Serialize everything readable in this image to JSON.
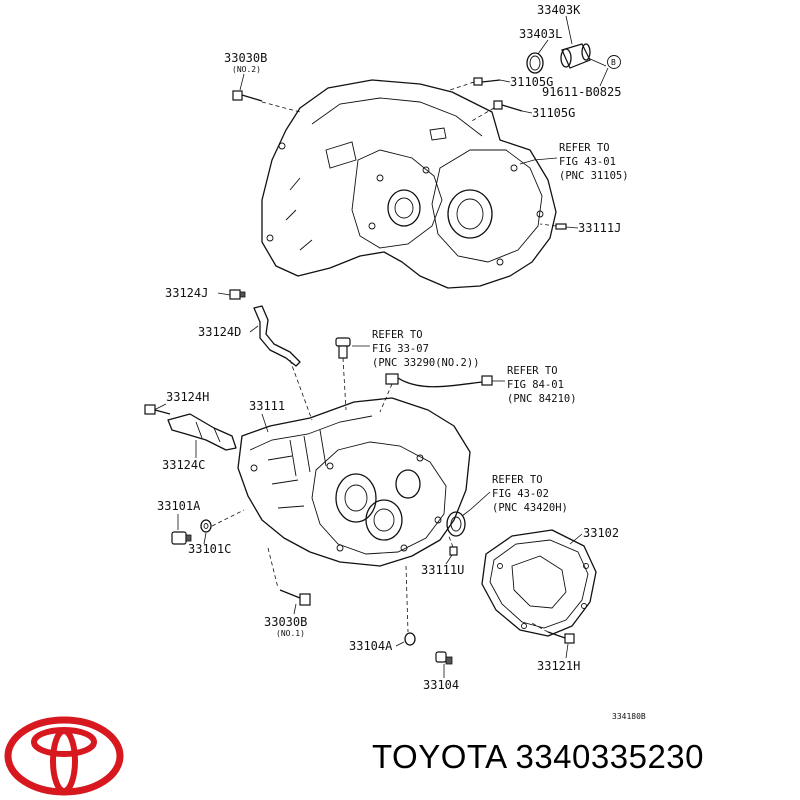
{
  "labels": {
    "p33403K": "33403K",
    "p33403L": "33403L",
    "circleB": "B",
    "p91611": "91611-B0825",
    "p33030B_top": "33030B",
    "no2": "(NO.2)",
    "p31105G_1": "31105G",
    "p31105G_2": "31105G",
    "ref1_l1": "REFER TO",
    "ref1_l2": "FIG 43-01",
    "ref1_l3": "(PNC 31105)",
    "p33111J": "33111J",
    "p33124J": "33124J",
    "p33124D": "33124D",
    "ref2_l1": "REFER TO",
    "ref2_l2": "FIG 33-07",
    "ref2_l3": "(PNC 33290(NO.2))",
    "ref3_l1": "REFER TO",
    "ref3_l2": "FIG 84-01",
    "ref3_l3": "(PNC 84210)",
    "p33124H": "33124H",
    "p33111": "33111",
    "p33124C": "33124C",
    "ref4_l1": "REFER TO",
    "ref4_l2": "FIG 43-02",
    "ref4_l3": "(PNC 43420H)",
    "p33101A": "33101A",
    "p33102": "33102",
    "p33101C": "33101C",
    "p33111U": "33111U",
    "p33030B_bot": "33030B",
    "no1": "(NO.1)",
    "p33104A": "33104A",
    "p33121H": "33121H",
    "p33104": "33104",
    "figcode": "334180B"
  },
  "brand": {
    "text": "TOYOTA 3340335230",
    "logo_icon": "toyota-logo-icon",
    "logo_color": "#d7191f"
  }
}
